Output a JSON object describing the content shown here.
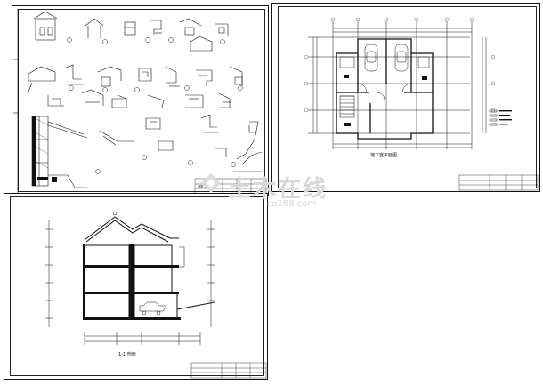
{
  "sheets": {
    "details": {
      "title_block_name": "详图-1"
    },
    "floorplan": {
      "plan_title": "地下室平面图",
      "legend_lines": [
        "",
        "",
        "",
        ""
      ]
    },
    "section": {
      "section_title": "1-1 剖面"
    }
  },
  "watermark": {
    "main": "土木在线",
    "sub": "co188.com"
  },
  "colors": {
    "line": "#111111",
    "watermark": "#d0d0d0"
  }
}
